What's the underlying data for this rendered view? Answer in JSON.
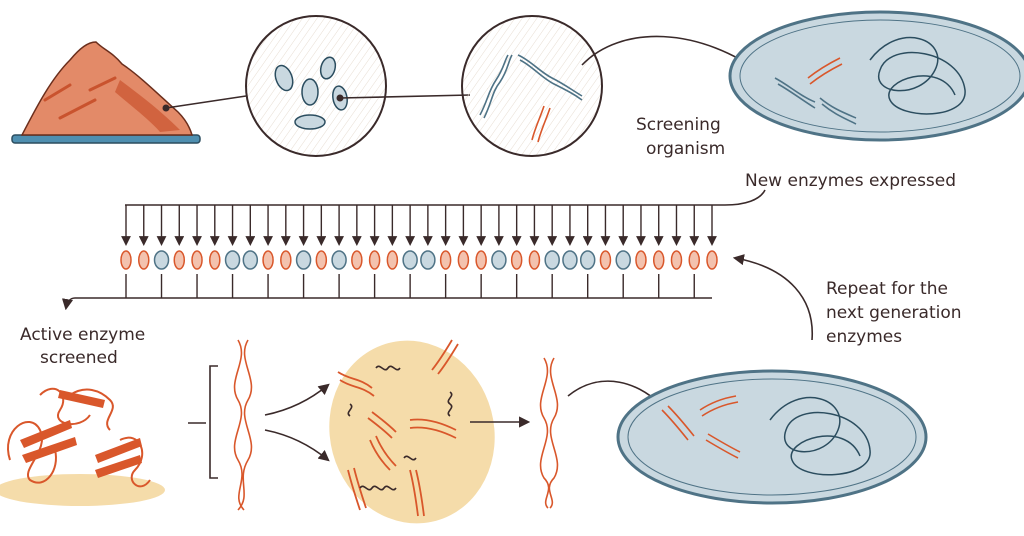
{
  "labels": {
    "screening": [
      "Screening",
      "organism"
    ],
    "new_enzymes": "New enzymes expressed",
    "repeat": [
      "Repeat for the",
      "next generation",
      "enzymes"
    ],
    "active": [
      "Active enzyme",
      "screened"
    ]
  },
  "colors": {
    "orange": "#d9572b",
    "blue": "#4f7386",
    "dark": "#3a2a2a",
    "cell_fill": "#c9d8e0",
    "yellow": "#f5dcaa",
    "soil": "#e38a68",
    "tray": "#4f8fb0"
  },
  "cells_row": [
    "o",
    "o",
    "b",
    "o",
    "o",
    "o",
    "b",
    "b",
    "o",
    "o",
    "b",
    "o",
    "b",
    "o",
    "o",
    "o",
    "b",
    "b",
    "o",
    "o",
    "o",
    "b",
    "o",
    "o",
    "b",
    "b",
    "b",
    "o",
    "b",
    "o",
    "o",
    "o",
    "o",
    "o"
  ]
}
